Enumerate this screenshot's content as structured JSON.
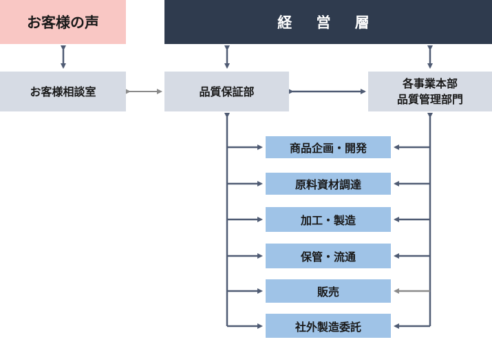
{
  "diagram": {
    "customer_voice": "お客様の声",
    "management": "経 営 層",
    "customer_consultation": "お客様相談室",
    "quality_assurance": "品質保証部",
    "division_qc": "各事業本部\n品質管理部門",
    "processes": [
      "商品企画・開発",
      "原料資材調達",
      "加工・製造",
      "保管・流通",
      "販売",
      "社外製造委託"
    ]
  },
  "colors": {
    "pink": "#f9c7c4",
    "dark": "#2f3b4e",
    "grey": "#d6dbe4",
    "blue": "#9fc3e7",
    "connector": "#4f5b73",
    "connector_light": "#8a8a8a"
  }
}
